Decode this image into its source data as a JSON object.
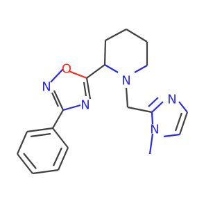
{
  "molecule": {
    "atoms": {
      "oxygen_oxadiazole": "O",
      "nitrogen_oxadiazole_left": "N",
      "nitrogen_oxadiazole_bottom": "N",
      "nitrogen_piperidine": "N",
      "nitrogen_imidazole_top": "N",
      "nitrogen_imidazole_bottom": "N"
    },
    "colors": {
      "bond": "#404040",
      "nitrogen": "#2828e8",
      "oxygen": "#ff2a1a",
      "background": "#ffffff"
    }
  }
}
